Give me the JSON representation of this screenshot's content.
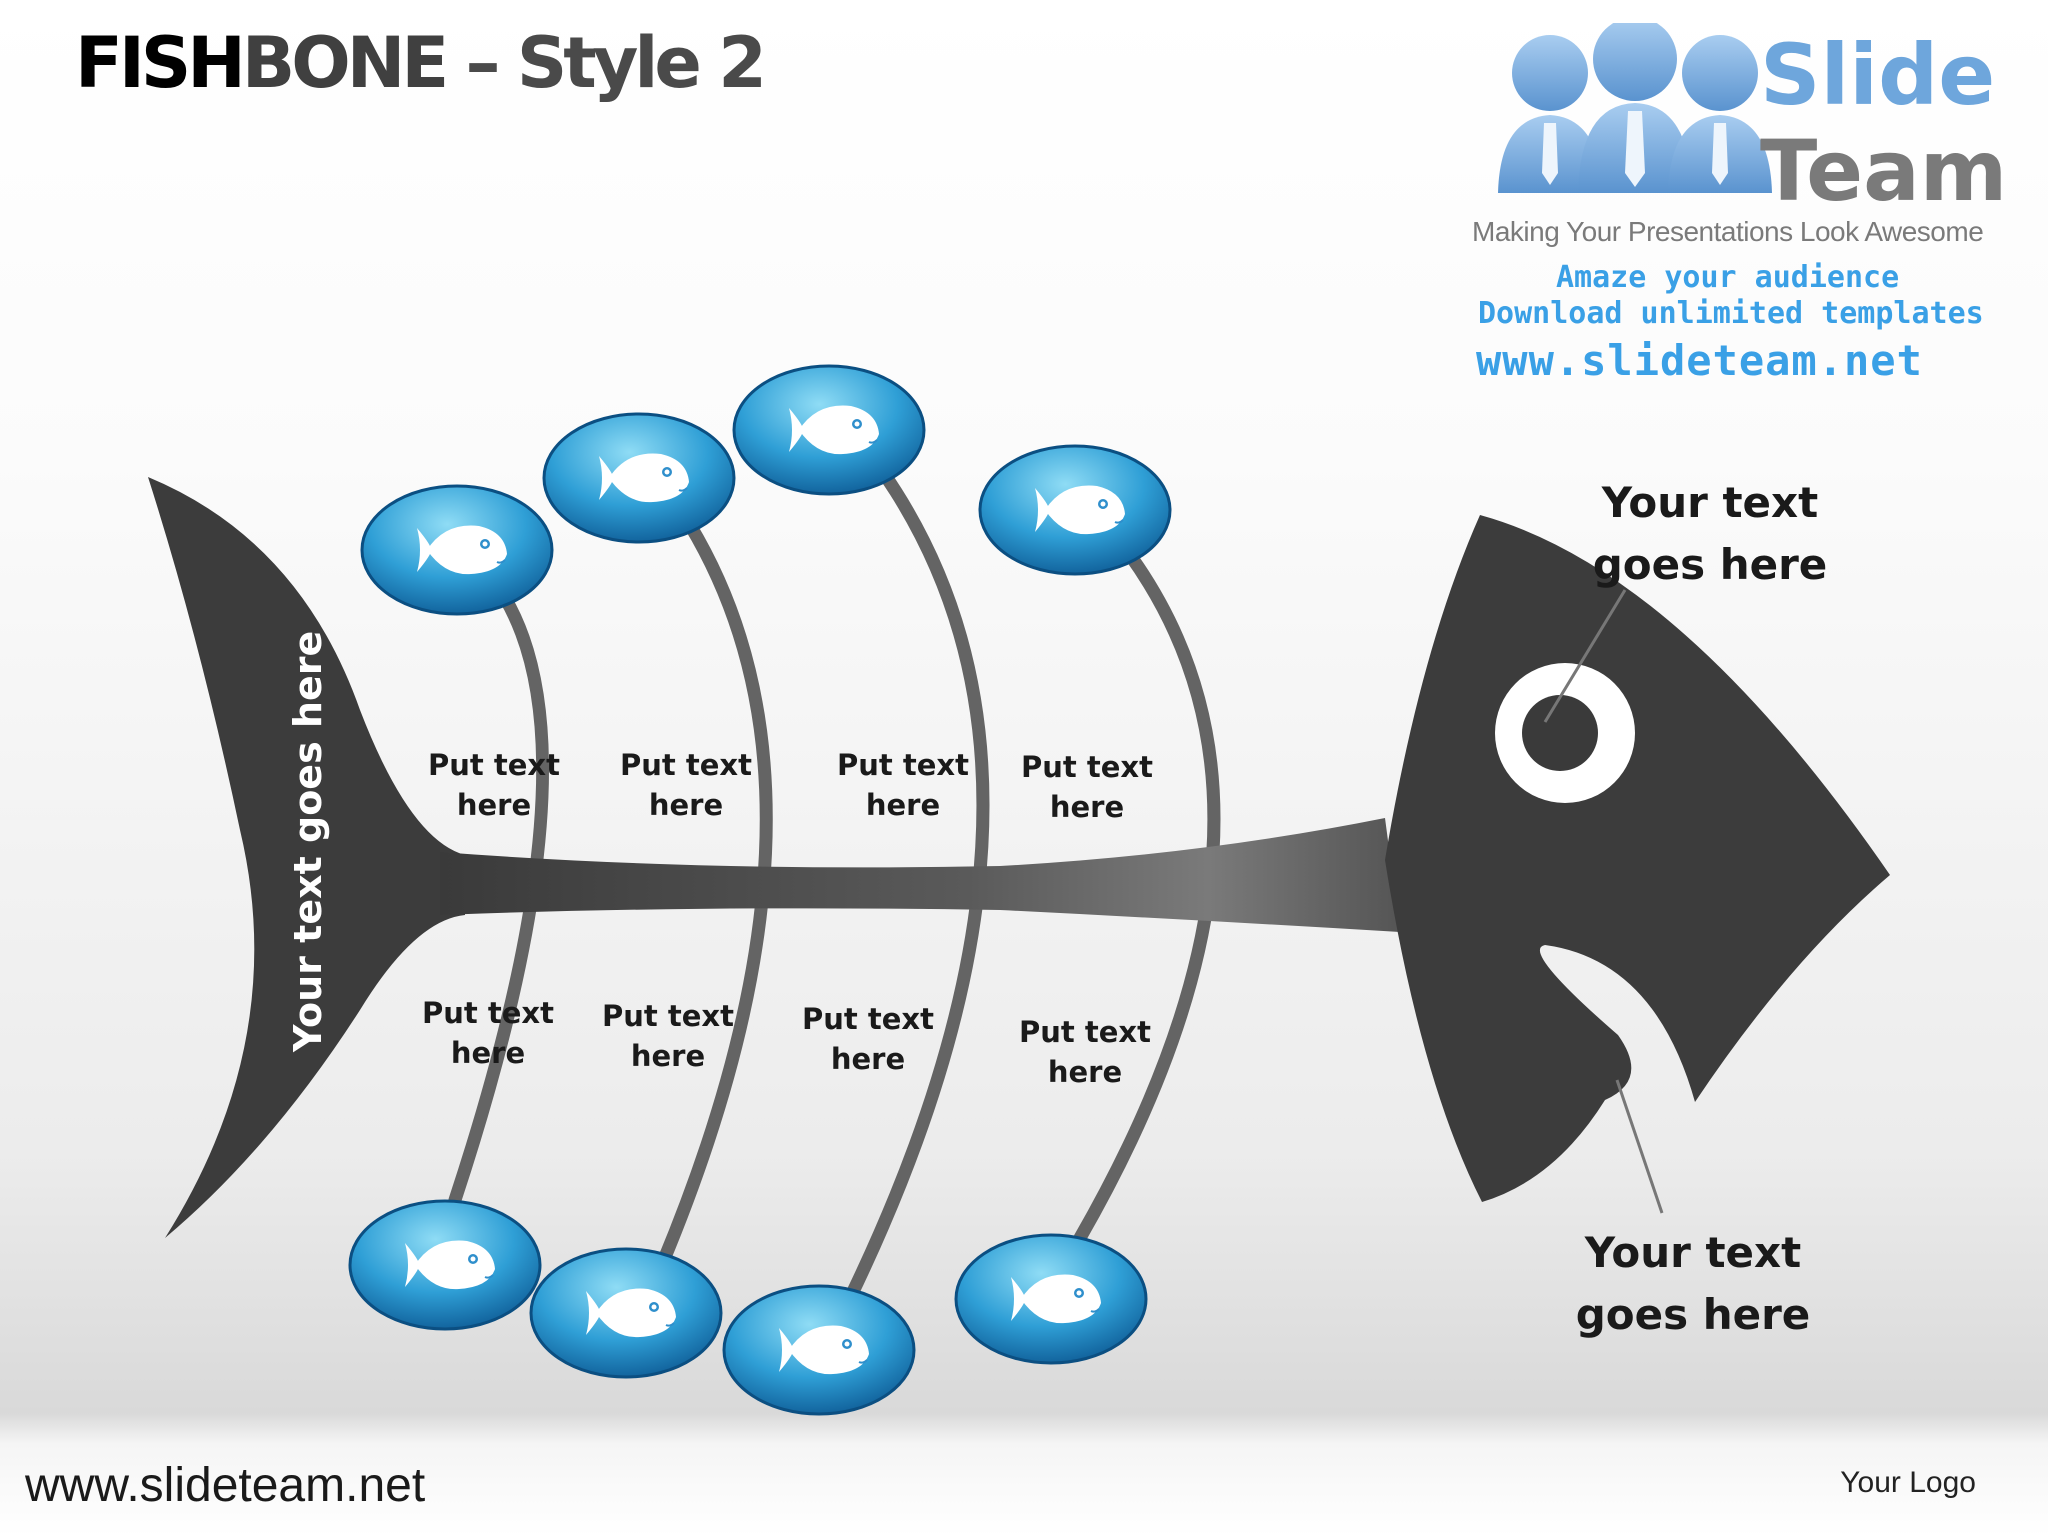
{
  "title": {
    "part1": "FISH",
    "part2": "BONE",
    "part3": " – Style 2"
  },
  "logo": {
    "word1": "Slide",
    "word2": "Team",
    "tagline": "Making Your Presentations Look Awesome",
    "line1": "Amaze your audience",
    "line2": "Download unlimited templates",
    "line3": "www.slideteam.net"
  },
  "tail_text": "Your text goes here",
  "bones": {
    "top": [
      {
        "label": "Put text\nhere"
      },
      {
        "label": "Put text\nhere"
      },
      {
        "label": "Put text\nhere"
      },
      {
        "label": "Put text\nhere"
      }
    ],
    "bottom": [
      {
        "label": "Put text\nhere"
      },
      {
        "label": "Put text\nhere"
      },
      {
        "label": "Put text\nhere"
      },
      {
        "label": "Put text\nhere"
      }
    ]
  },
  "callouts": {
    "eye": "Your text\ngoes here",
    "mouth": "Your text\ngoes here"
  },
  "footer": {
    "url": "www.slideteam.net",
    "logo_text": "Your Logo"
  },
  "colors": {
    "fish_body": "#3c3c3c",
    "bubble_light": "#7fd4f2",
    "bubble_dark": "#0f5f9a",
    "logo_blue": "#6ea6dc",
    "logo_gray": "#7a7a7a"
  },
  "icons": {
    "bubble": "fish-icon",
    "logo_people": "people-icon"
  }
}
